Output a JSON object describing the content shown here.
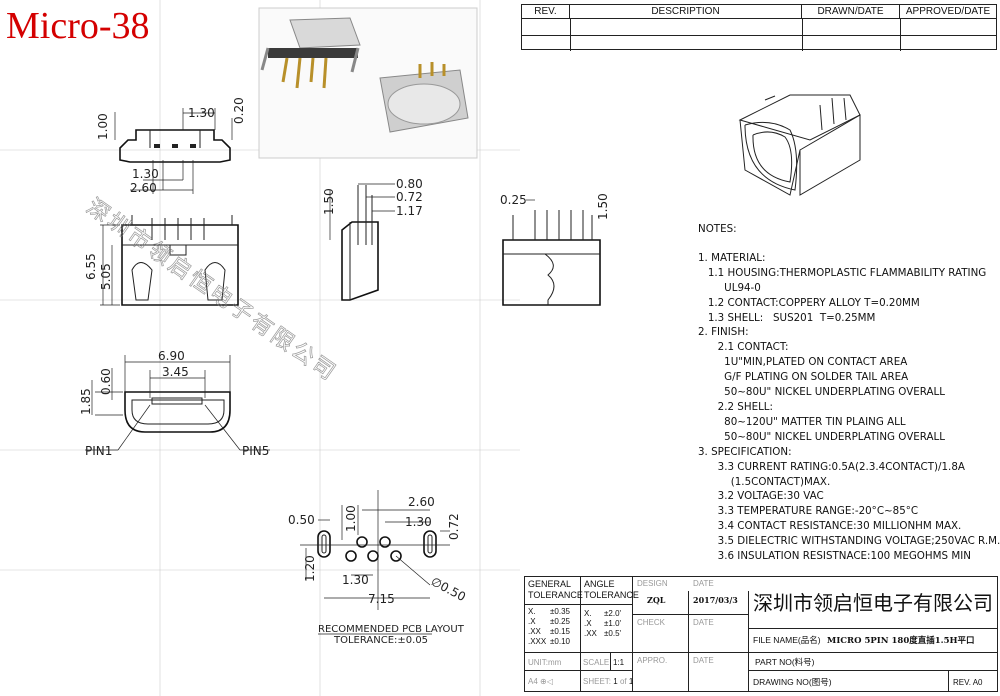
{
  "title": "Micro-38",
  "revision_table": {
    "headers": [
      "REV.",
      "DESCRIPTION",
      "DRAWN/DATE",
      "APPROVED/DATE"
    ]
  },
  "watermark": "深圳市领启恒电子有限公司",
  "dimensions": {
    "top_view": [
      "1.30",
      "1.00",
      "0.20",
      "1.30",
      "2.60"
    ],
    "side_view": [
      "0.80",
      "0.72",
      "1.17",
      "1.50"
    ],
    "rear_view": [
      "0.25",
      "1.50"
    ],
    "front_outline": [
      "6.55",
      "5.05"
    ],
    "front_view": [
      "6.90",
      "3.45",
      "0.60",
      "1.85"
    ],
    "pin_labels": [
      "PIN1",
      "PIN5"
    ],
    "pcb": [
      "2.60",
      "1.30",
      "0.72",
      "1.00",
      "0.50",
      "1.20",
      "1.30",
      "7.15",
      "∅0.50"
    ]
  },
  "pcb_layout": {
    "title": "RECOMMENDED PCB LAYOUT",
    "tolerance": "TOLERANCE:±0.05"
  },
  "notes": {
    "heading": "NOTES:",
    "lines": [
      "1. MATERIAL:",
      "   1.1 HOUSING:THERMOPLASTIC FLAMMABILITY RATING",
      "        UL94-0",
      "   1.2 CONTACT:COPPERY ALLOY T=0.20MM",
      "   1.3 SHELL:   SUS201  T=0.25MM",
      "2. FINISH:",
      "      2.1 CONTACT:",
      "        1U\"MIN,PLATED ON CONTACT AREA",
      "        G/F PLATING ON SOLDER TAIL AREA",
      "        50~80U\" NICKEL UNDERPLATING OVERALL",
      "      2.2 SHELL:",
      "        80~120U\" MATTER TIN PLAING ALL",
      "        50~80U\" NICKEL UNDERPLATING OVERALL",
      "3. SPECIFICATION:",
      "      3.3 CURRENT RATING:0.5A(2.3.4CONTACT)/1.8A",
      "          (1.5CONTACT)MAX.",
      "      3.2 VOLTAGE:30 VAC",
      "      3.3 TEMPERATURE RANGE:-20°C~85°C",
      "      3.4 CONTACT RESISTANCE:30 MILLIONHM MAX.",
      "      3.5 DIELECTRIC WITHSTANDING VOLTAGE;250VAC R.M.S",
      "      3.6 INSULATION RESISTNACE:100 MEGOHMS MIN"
    ]
  },
  "title_block": {
    "general_tolerance": "GENERAL\nTOLERANCE",
    "angle_tolerance": "ANGLE\nTOLERANCE",
    "tol_rows": [
      [
        "X.",
        "±0.35"
      ],
      [
        ".X",
        "±0.25"
      ],
      [
        ".XX",
        "±0.15"
      ],
      [
        ".XXX",
        "±0.10"
      ]
    ],
    "angle_rows": [
      [
        "X.",
        "±2.0'"
      ],
      [
        ".X",
        "±1.0'"
      ],
      [
        ".XX",
        "±0.5'"
      ]
    ],
    "design_label": "DESIGN",
    "date_label": "DATE",
    "designer": "ZQL",
    "design_date": "2017/03/3",
    "check_label": "CHECK",
    "check_date_label": "DATE",
    "approve_label": "APPRO.",
    "approve_date_label": "DATE",
    "company": "深圳市领启恒电子有限公司",
    "file_name_label": "FILE NAME(品名)",
    "file_name": "MICRO 5PIN 180度直插1.5H平口",
    "part_no_label": "PART NO(料号)",
    "drawing_no_label": "DRAWING NO(图号)",
    "rev_label": "REV.",
    "rev_value": "A0",
    "unit_label": "UNIT:mm",
    "scale_label": "SCALE",
    "scale_value": "1:1",
    "size_label": "A4",
    "sheet_label": "SHEET:",
    "sheet_value": "1",
    "sheet_of": "of",
    "sheet_total": "1"
  }
}
